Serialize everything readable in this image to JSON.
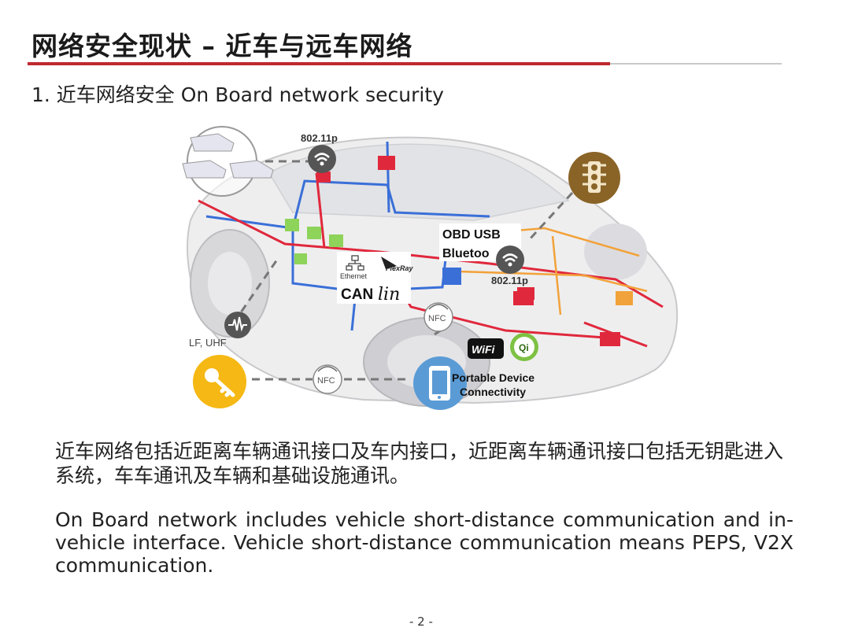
{
  "header": {
    "title": "网络安全现状 – 近车与远车网络",
    "subtitle": "1. 近车网络安全 On Board network security"
  },
  "figure": {
    "label_80211p_top": "802.11p",
    "label_80211p_mid": "802.11p",
    "label_obd": "OBD USB",
    "label_bluetooth": "Bluetoo",
    "label_ethernet": "Ethernet",
    "label_flexray": "FlexRay",
    "label_can": "CAN",
    "label_lin": "lin",
    "label_lf_uhf": "LF, UHF",
    "label_nfc_1": "NFC",
    "label_nfc_2": "NFC",
    "label_wifi": "WiFi",
    "label_qi": "Qi",
    "label_portable_1": "Portable Device",
    "label_portable_2": "Connectivity",
    "colors": {
      "key_badge": "#f5b814",
      "traffic_badge": "#8a6427",
      "phone_badge": "#5b9bd5",
      "can_bus_blue": "#3a6fd8",
      "power_red": "#e0283c",
      "lin_orange": "#f2a23a",
      "node_green": "#8ed35a"
    }
  },
  "body": {
    "para_cn": "近车网络包括近距离车辆通讯接口及车内接口，近距离车辆通讯接口包括无钥匙进入系统，车车通讯及车辆和基础设施通讯。",
    "para_en": "On Board network includes vehicle short-distance communication and in-vehicle interface.  Vehicle short-distance communication means PEPS, V2X communication."
  },
  "footer": {
    "page": "- 2 -"
  }
}
